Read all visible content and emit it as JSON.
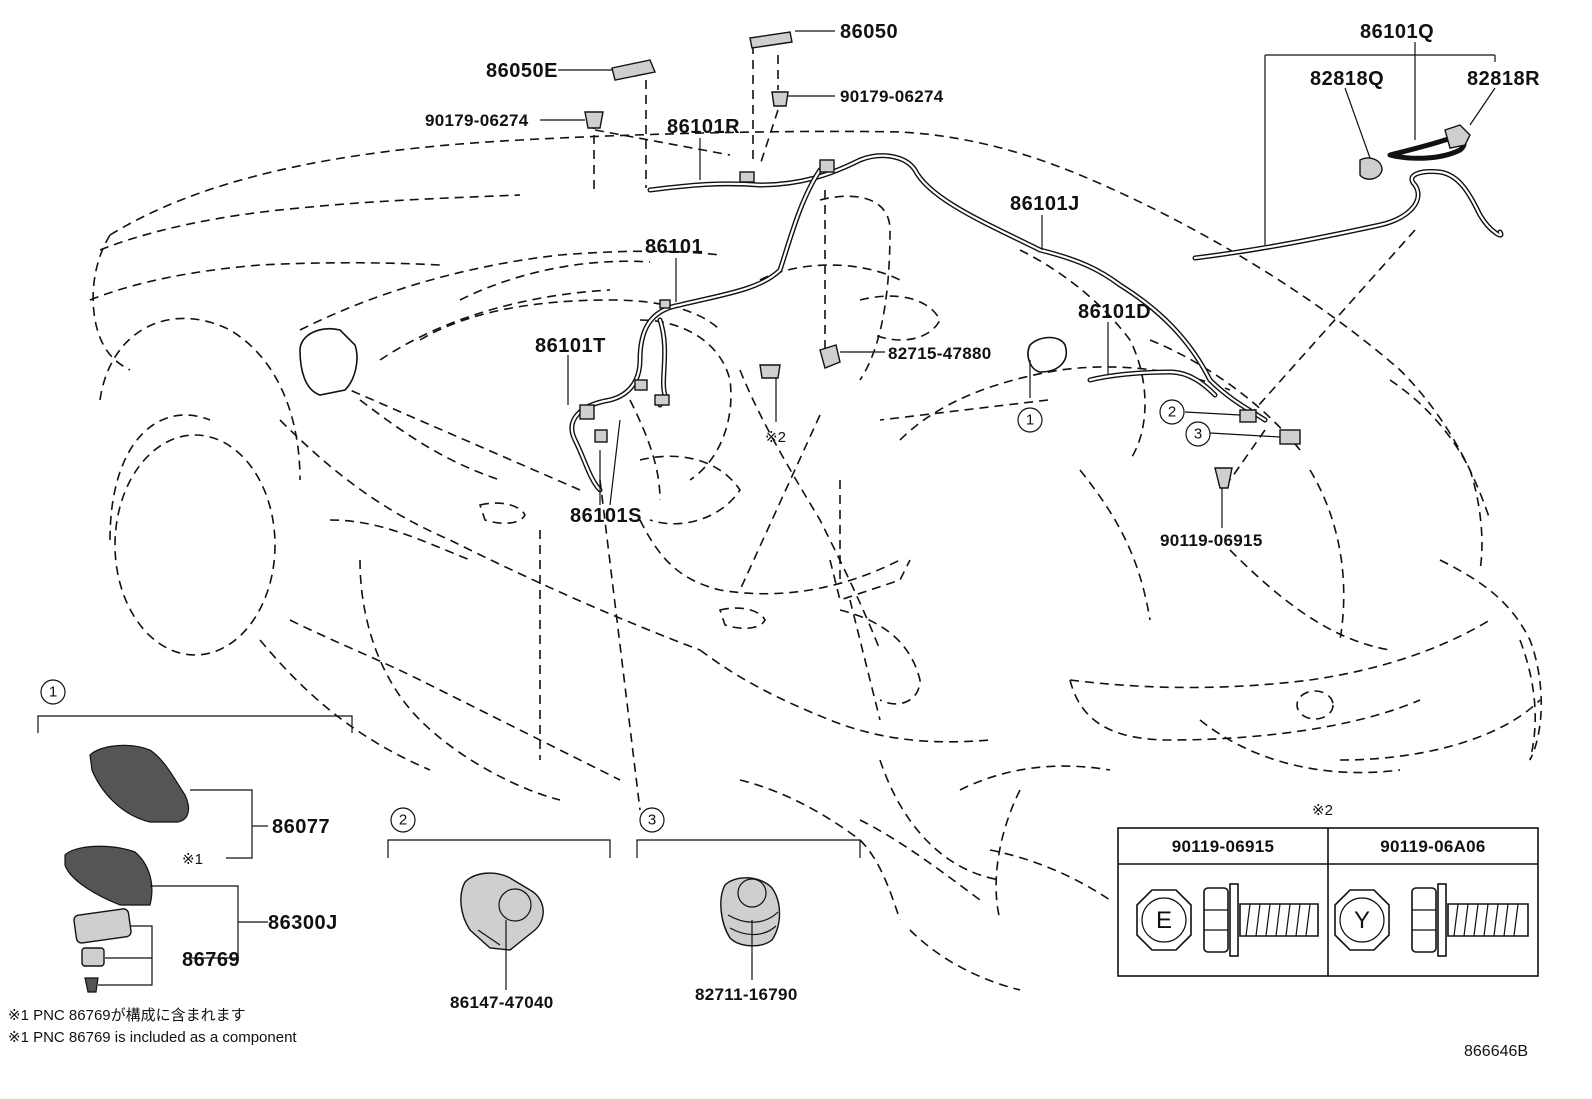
{
  "diagram_id": "866646B",
  "labels": {
    "p86050E": "86050E",
    "p86050": "86050",
    "p90179_a": "90179-06274",
    "p90179_b": "90179-06274",
    "p86101R": "86101R",
    "p86101Q": "86101Q",
    "p82818Q": "82818Q",
    "p82818R": "82818R",
    "p86101J": "86101J",
    "p86101": "86101",
    "p86101T": "86101T",
    "p82715": "82715-47880",
    "p86101D": "86101D",
    "p86101S": "86101S",
    "p90119_06915": "90119-06915",
    "p86077": "86077",
    "p86300J": "86300J",
    "p86769": "86769",
    "p86147": "86147-47040",
    "p82711": "82711-16790",
    "ref2": "※2",
    "ref1_mark": "※1"
  },
  "callouts": {
    "c1": "1",
    "c2": "2",
    "c3": "3"
  },
  "fastener_table": {
    "ref": "※2",
    "columns": [
      {
        "part": "90119-06915",
        "head_letter": "E"
      },
      {
        "part": "90119-06A06",
        "head_letter": "Y"
      }
    ]
  },
  "notes": {
    "jp": "※1 PNC 86769が構成に含まれます",
    "en": "※1 PNC 86769 is included as a component"
  }
}
